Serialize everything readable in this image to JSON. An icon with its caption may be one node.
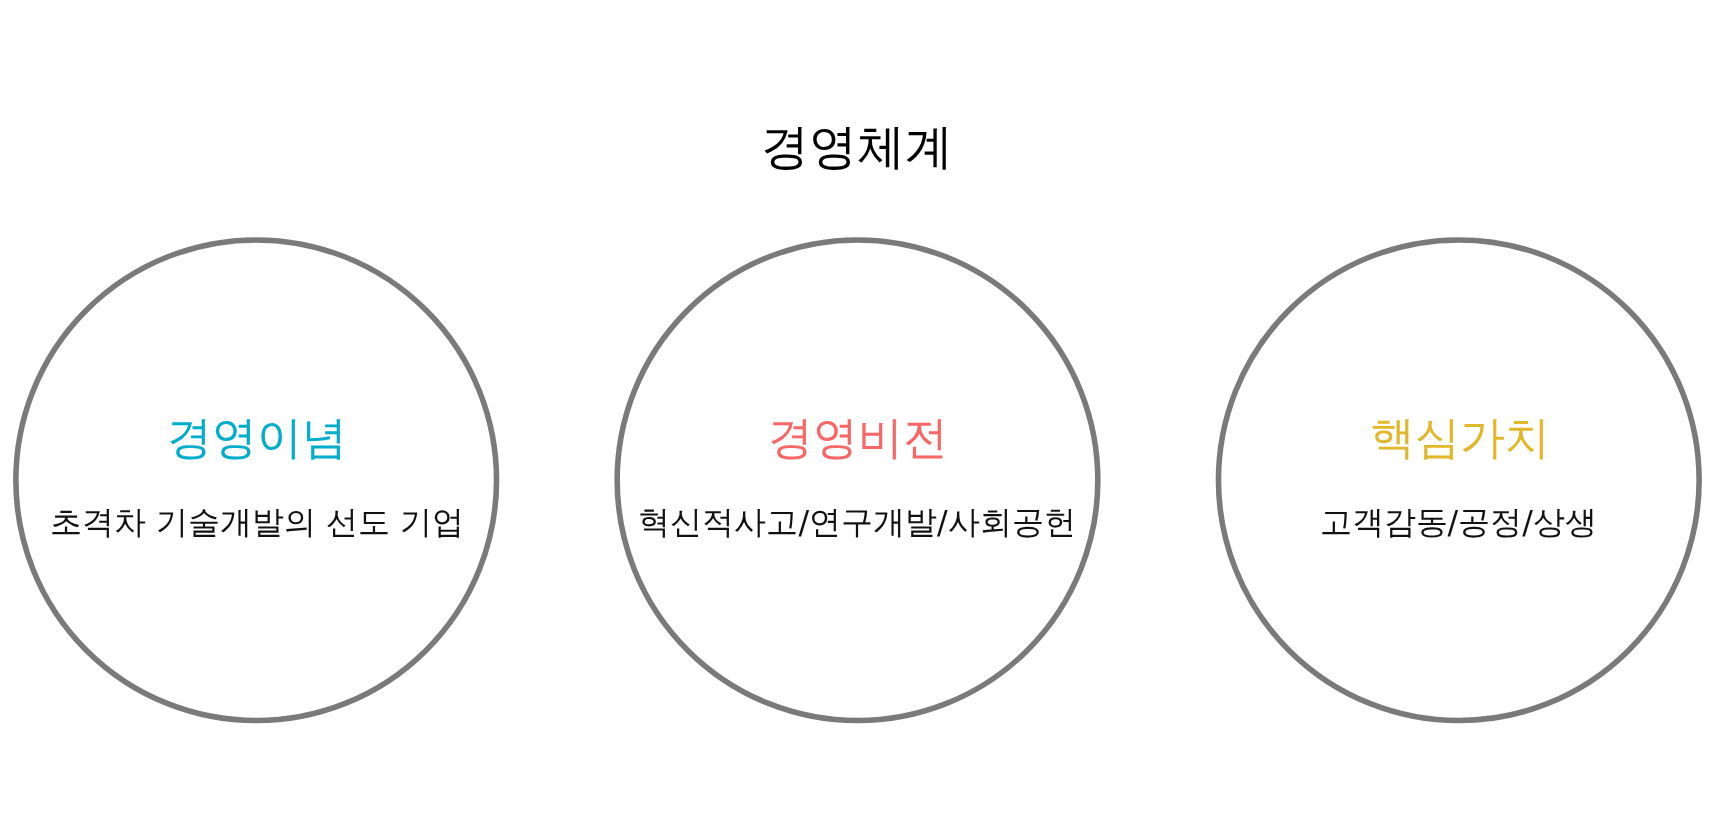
{
  "diagram": {
    "title": "경영체계",
    "nodes": [
      {
        "text": [
          "경영이념",
          "초격차 기술개발의 선도 기업"
        ]
      },
      {
        "text": [
          "경영비전",
          "혁신적사고/연구개발/사회공헌"
        ]
      },
      {
        "text": [
          "핵심가치",
          "고객감동/공정/상생"
        ]
      }
    ]
  }
}
